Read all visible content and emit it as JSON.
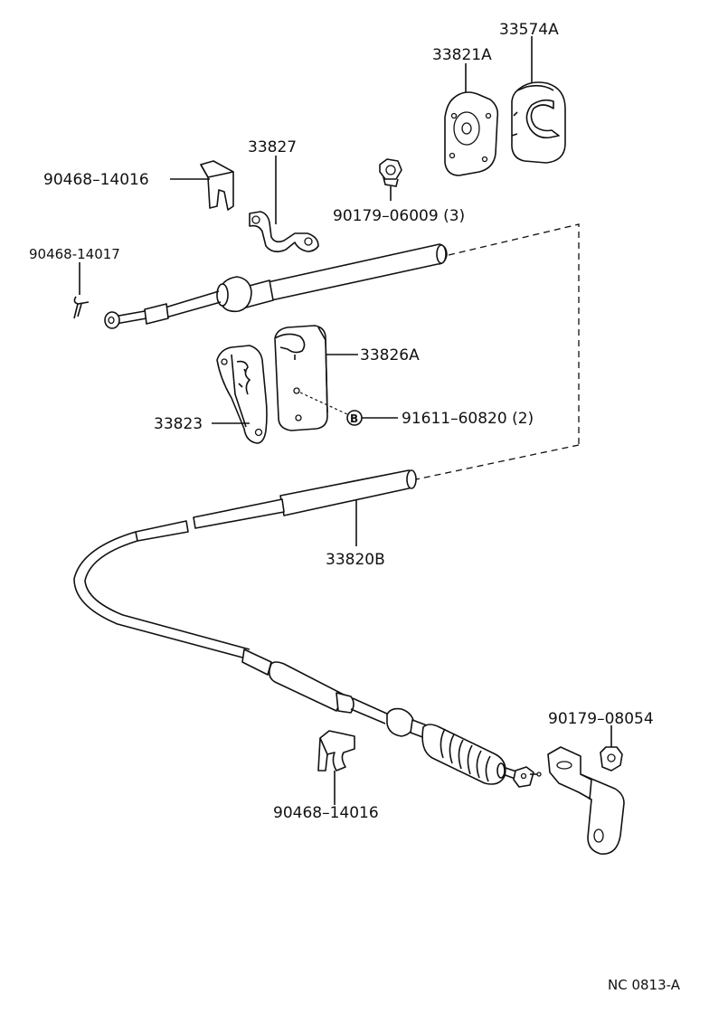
{
  "diagram_id": "NC 0813-A",
  "bolt_symbol": "B",
  "parts": {
    "p33574a": "33574A",
    "p33821a": "33821A",
    "p33827": "33827",
    "p90468_14016_top": "90468–14016",
    "p90179_06009": "90179–06009 (3)",
    "p90468_14017": "90468-14017",
    "p33826a": "33826A",
    "p33823": "33823",
    "p91611_60820": "91611–60820 (2)",
    "p33820b": "33820B",
    "p90179_08054": "90179–08054",
    "p90468_14016_bottom": "90468–14016"
  }
}
